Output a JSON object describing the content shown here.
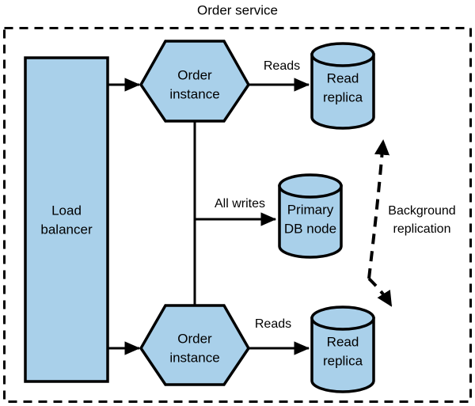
{
  "diagram": {
    "title": "Order service",
    "boundary": {
      "style": "dashed",
      "label": "order-service-boundary"
    },
    "colors": {
      "node_fill": "#a9d0ea",
      "node_stroke": "#000000",
      "edge_stroke": "#000000",
      "background": "#ffffff",
      "text": "#000000"
    },
    "nodes": [
      {
        "id": "load-balancer",
        "shape": "rectangle",
        "label_line1": "Load",
        "label_line2": "balancer"
      },
      {
        "id": "order-instance-top",
        "shape": "hexagon",
        "label_line1": "Order",
        "label_line2": "instance"
      },
      {
        "id": "order-instance-bottom",
        "shape": "hexagon",
        "label_line1": "Order",
        "label_line2": "instance"
      },
      {
        "id": "read-replica-top",
        "shape": "cylinder",
        "label_line1": "Read",
        "label_line2": "replica"
      },
      {
        "id": "read-replica-bottom",
        "shape": "cylinder",
        "label_line1": "Read",
        "label_line2": "replica"
      },
      {
        "id": "primary-db-node",
        "shape": "cylinder",
        "label_line1": "Primary",
        "label_line2": "DB node"
      }
    ],
    "edges": [
      {
        "id": "lb-to-order-top",
        "from": "load-balancer",
        "to": "order-instance-top",
        "label": "",
        "style": "solid"
      },
      {
        "id": "lb-to-order-bottom",
        "from": "load-balancer",
        "to": "order-instance-bottom",
        "label": "",
        "style": "solid"
      },
      {
        "id": "order-top-to-replica-top",
        "from": "order-instance-top",
        "to": "read-replica-top",
        "label": "Reads",
        "style": "solid"
      },
      {
        "id": "order-bottom-to-replica-bottom",
        "from": "order-instance-bottom",
        "to": "read-replica-bottom",
        "label": "Reads",
        "style": "solid"
      },
      {
        "id": "writes-to-primary",
        "from": "order-instances",
        "to": "primary-db-node",
        "label": "All writes",
        "style": "solid"
      },
      {
        "id": "replication-to-top-replica",
        "from": "primary-db-node",
        "to": "read-replica-top",
        "label": "Background replication",
        "style": "dashed"
      },
      {
        "id": "replication-to-bottom-replica",
        "from": "primary-db-node",
        "to": "read-replica-bottom",
        "label": "Background replication",
        "style": "dashed"
      }
    ],
    "labels": {
      "reads_top": "Reads",
      "reads_bottom": "Reads",
      "all_writes": "All writes",
      "background_replication_line1": "Background",
      "background_replication_line2": "replication"
    }
  }
}
